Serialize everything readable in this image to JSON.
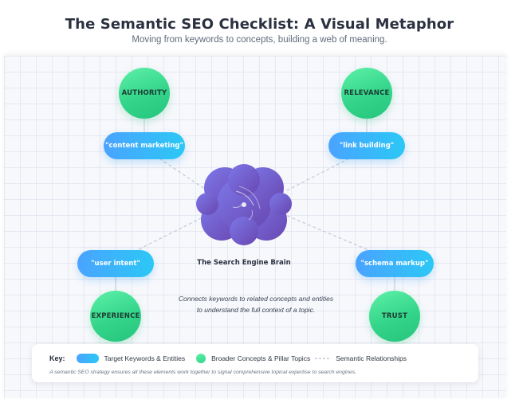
{
  "header": {
    "title": "The Semantic SEO Checklist: A Visual Metaphor",
    "subtitle": "Moving from keywords to concepts, building a web of meaning."
  },
  "concepts": {
    "authority": "AUTHORITY",
    "relevance": "RELEVANCE",
    "experience": "EXPERIENCE",
    "trust": "TRUST"
  },
  "keywords": {
    "content_marketing": "\"content marketing\"",
    "link_building": "\"link building\"",
    "user_intent": "\"user intent\"",
    "schema_markup": "\"schema markup\""
  },
  "brain": {
    "label": "The Search Engine Brain",
    "description_line1": "Connects keywords to related concepts and entities",
    "description_line2": "to understand the full context of a topic."
  },
  "legend": {
    "key_label": "Key:",
    "target_keywords": "Target Keywords & Entities",
    "broader_concepts": "Broader Concepts & Pillar Topics",
    "relationships": "Semantic Relationships",
    "footnote": "A semantic SEO strategy ensures all these elements work together to signal comprehensive topical expertise to search engines."
  },
  "colors": {
    "keyword_start": "#4aa3ff",
    "keyword_end": "#2bc8f5",
    "concept": "#33d58a",
    "brain_start": "#7a6fe0",
    "brain_end": "#6a4fb8",
    "relationship_line": "#c4c9d6"
  }
}
